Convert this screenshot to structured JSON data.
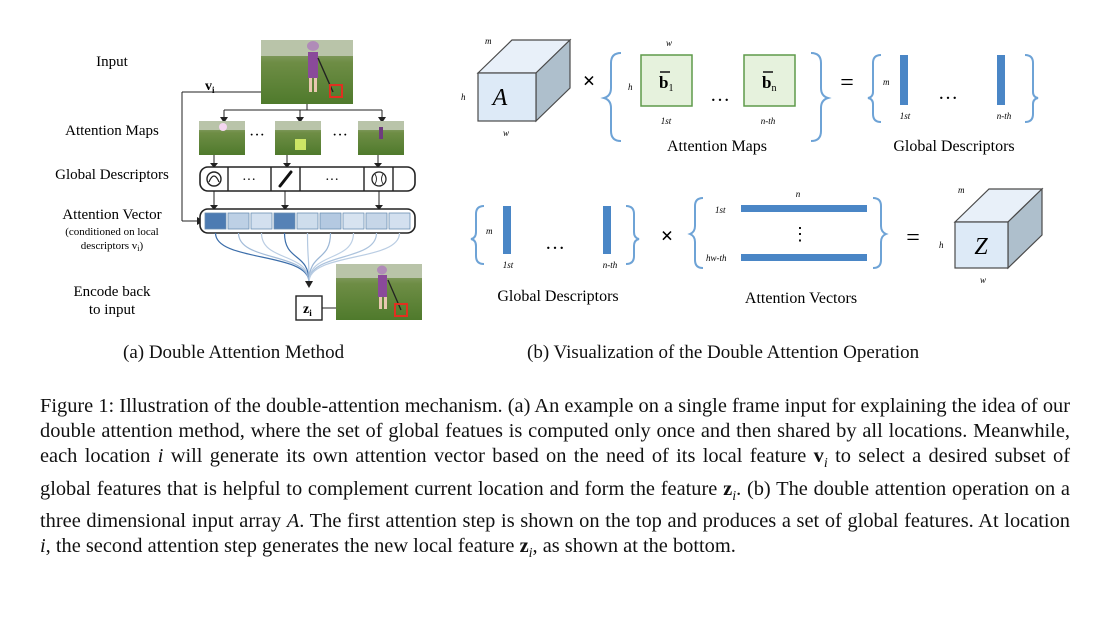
{
  "panel_a": {
    "input_label": "Input",
    "attention_maps_label": "Attention Maps",
    "global_descriptors_label": "Global Descriptors",
    "attention_vector_label": "Attention Vector",
    "attention_vector_note_1": "(conditioned on local",
    "attention_vector_note_2": "descriptors v",
    "attention_vector_note_sub": "i",
    "attention_vector_note_close": ")",
    "encode_label_1": "Encode back",
    "encode_label_2": "to input",
    "vi_symbol": "v",
    "vi_sub": "i",
    "zi_symbol": "z",
    "zi_sub": "i",
    "dots": "···",
    "attention_vector_shades": [
      0.9,
      0.25,
      0.12,
      0.85,
      0.15,
      0.3,
      0.1,
      0.2,
      0.12
    ]
  },
  "panel_b": {
    "cube_a": "A",
    "cube_z": "Z",
    "dim_m": "m",
    "dim_h": "h",
    "dim_w": "w",
    "dim_n": "n",
    "times": "×",
    "equals": "=",
    "b1_base": "b",
    "b1_sub": "1",
    "bn_base": "b",
    "bn_sub": "n",
    "dots": "…",
    "vdots": "⋮",
    "first": "1st",
    "nth": "n-th",
    "hwth": "hw-th",
    "attention_maps_label": "Attention Maps",
    "global_descriptors_label_top": "Global Descriptors",
    "global_descriptors_label_bottom": "Global Descriptors",
    "attention_vectors_label": "Attention Vectors"
  },
  "subcaptions": {
    "a": "(a) Double Attention Method",
    "b": "(b) Visualization of the Double Attention Operation"
  },
  "caption": {
    "p1": "Figure 1: Illustration of the double-attention mechanism. (a) An example on a single frame input for explaining the idea of our double attention method, where the set of global featues is computed only once and then shared by all locations. Meanwhile, each location ",
    "i1": "i",
    "p2": " will generate its own attention vector based on the need of its local feature ",
    "v": "v",
    "vsub": "i",
    "p3": " to select a desired subset of global features that is helpful to complement current location and form the feature ",
    "z": "z",
    "zsub": "i",
    "p4": ". (b) The double attention operation on a three dimensional input array ",
    "A": "A",
    "p5": ". The first attention step is shown on the top and produces a set of global features. At location ",
    "i2": "i",
    "p6": ", the second attention step generates the new local feature ",
    "z2": "z",
    "z2sub": "i",
    "p7": ", as shown at the bottom."
  },
  "colors": {
    "cube_face": "#ddeaf7",
    "cube_side": "#aebfcc",
    "green_box": "#e6f2dd",
    "green_edge": "#5f9a4a",
    "bar_blue": "#4a86c6",
    "bracket": "#6ea3d6",
    "red_box": "#e03020"
  }
}
